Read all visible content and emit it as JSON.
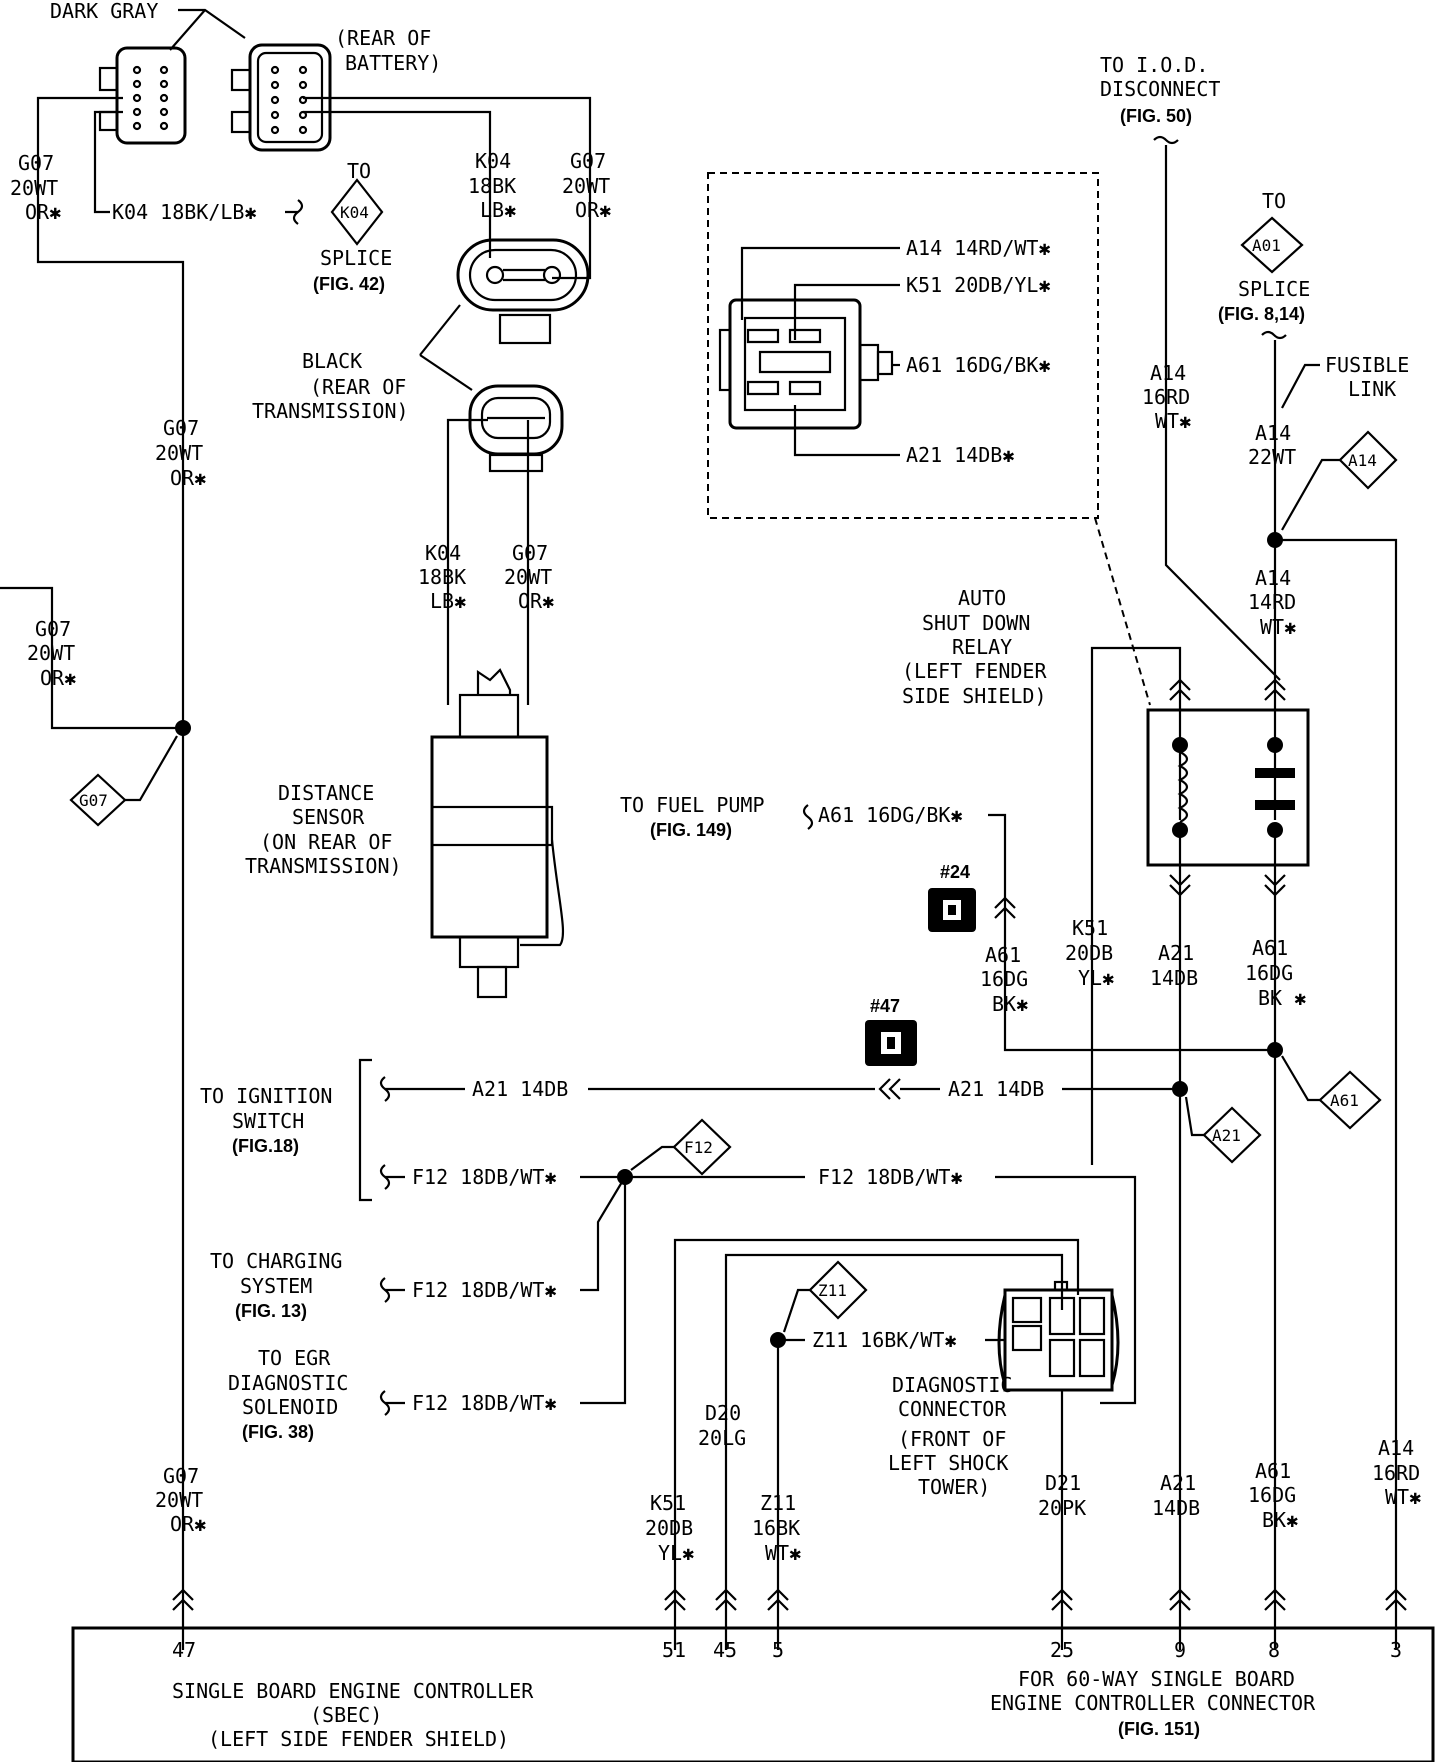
{
  "labels": {
    "dark_gray": "DARK GRAY",
    "rear_of_battery": [
      "(REAR OF",
      "BATTERY)"
    ],
    "g07_left_top": [
      "G07",
      "20WT",
      "OR✱"
    ],
    "k04_wire": "K04 18BK/LB✱",
    "to_splice_k04": "TO",
    "splice_k04": "SPLICE",
    "fig42": "(FIG. 42)",
    "k04_upper": [
      "K04",
      "18BK",
      "LB✱"
    ],
    "g07_upper": [
      "G07",
      "20WT",
      "OR✱"
    ],
    "black": "BLACK",
    "rear_of_transmission": [
      "(REAR OF",
      "TRANSMISSION)"
    ],
    "g07_mid": [
      "G07",
      "20WT",
      "OR✱"
    ],
    "k04_lower": [
      "K04",
      "18BK",
      "LB✱"
    ],
    "g07_lower": [
      "G07",
      "20WT",
      "OR✱"
    ],
    "g07_left_side": [
      "G07",
      "20WT",
      "OR✱"
    ],
    "distance_sensor": [
      "DISTANCE",
      "SENSOR",
      "(ON REAR OF",
      "TRANSMISSION)"
    ],
    "to_iod": [
      "TO I.O.D.",
      "DISCONNECT"
    ],
    "fig50": "(FIG. 50)",
    "relay_conn_a14": "A14 14RD/WT✱",
    "relay_conn_k51": "K51 20DB/YL✱",
    "relay_conn_a61": "A61 16DG/BK✱",
    "relay_conn_a21": "A21 14DB✱",
    "to_a01": "TO",
    "splice_a01": "SPLICE",
    "fig8_14": "(FIG. 8,14)",
    "fusible_link": [
      "FUSIBLE",
      "LINK"
    ],
    "a14_16rd": [
      "A14",
      "16RD",
      "WT✱"
    ],
    "a14_22wt": [
      "A14",
      "22WT"
    ],
    "a14_14rd": [
      "A14",
      "14RD",
      "WT✱"
    ],
    "asd_relay": [
      "AUTO",
      "SHUT DOWN",
      "RELAY",
      "(LEFT FENDER",
      "SIDE SHIELD)"
    ],
    "to_fuel_pump": "TO FUEL PUMP",
    "fig149": "(FIG. 149)",
    "a61_wire_top": "A61 16DG/BK✱",
    "cav24": "#24",
    "cav47": "#47",
    "a61_left": [
      "A61",
      "16DG",
      "BK✱"
    ],
    "k51_mid": [
      "K51",
      "20DB",
      "YL✱"
    ],
    "a21_mid": [
      "A21",
      "14DB"
    ],
    "a61_right": [
      "A61",
      "16DG",
      "BK ✱"
    ],
    "to_ignition": [
      "TO IGNITION",
      "SWITCH"
    ],
    "fig18": "(FIG.18)",
    "a21_wire_left": "A21 14DB",
    "a21_wire_right": "A21 14DB",
    "f12_wire_1": "F12 18DB/WT✱",
    "f12_wire_2": "F12 18DB/WT✱",
    "to_charging": [
      "TO CHARGING",
      "SYSTEM"
    ],
    "fig13": "(FIG. 13)",
    "f12_wire_3": "F12 18DB/WT✱",
    "to_egr": [
      "TO EGR",
      "DIAGNOSTIC",
      "SOLENOID"
    ],
    "fig38": "(FIG. 38)",
    "f12_wire_4": "F12 18DB/WT✱",
    "z11_wire": "Z11 16BK/WT✱",
    "diag_conn": [
      "DIAGNOSTIC",
      "CONNECTOR",
      "(FRONT OF",
      "LEFT SHOCK",
      "TOWER)"
    ],
    "d20": [
      "D20",
      "20LG"
    ],
    "g07_bottom": [
      "G07",
      "20WT",
      "OR✱"
    ],
    "k51_bottom": [
      "K51",
      "20DB",
      "YL✱"
    ],
    "z11_bottom": [
      "Z11",
      "16BK",
      "WT✱"
    ],
    "d21": [
      "D21",
      "20PK"
    ],
    "a21_bottom": [
      "A21",
      "14DB"
    ],
    "a61_bottom": [
      "A61",
      "16DG",
      "BK✱"
    ],
    "a14_bottom": [
      "A14",
      "16RD",
      "WT✱"
    ]
  },
  "tags": {
    "k04": "K04",
    "a01": "A01",
    "a14": "A14",
    "g07": "G07",
    "f12": "F12",
    "z11": "Z11",
    "a21": "A21",
    "a61": "A61"
  },
  "controller": {
    "pins": [
      "47",
      "51",
      "45",
      "5",
      "25",
      "9",
      "8",
      "3"
    ],
    "title": [
      "SINGLE BOARD ENGINE CONTROLLER",
      "(SBEC)",
      "(LEFT SIDE FENDER SHIELD)"
    ],
    "connector_note": [
      "FOR 60-WAY SINGLE BOARD",
      "ENGINE CONTROLLER CONNECTOR"
    ],
    "fig151": "(FIG. 151)"
  }
}
